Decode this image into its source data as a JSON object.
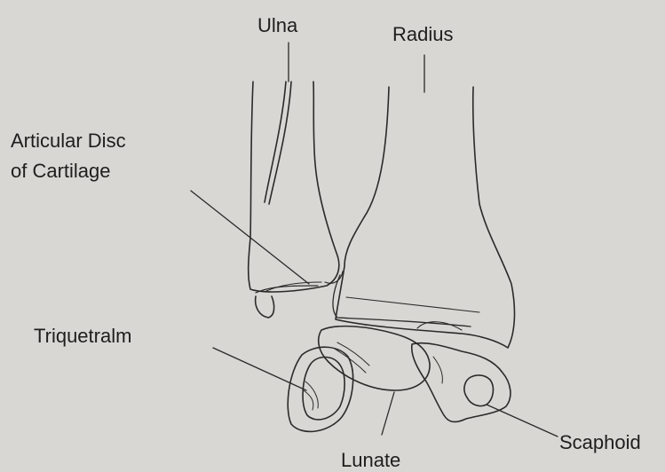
{
  "labels": {
    "ulna": "Ulna",
    "radius": "Radius",
    "articular_disc_line1": "Articular Disc",
    "articular_disc_line2": "of Cartilage",
    "triquetral": "Triquetralm",
    "lunate": "Lunate",
    "scaphoid": "Scaphoid"
  },
  "colors": {
    "background": "#d9d7d3",
    "line": "#2a2a2a",
    "text": "#1e1e1e"
  }
}
